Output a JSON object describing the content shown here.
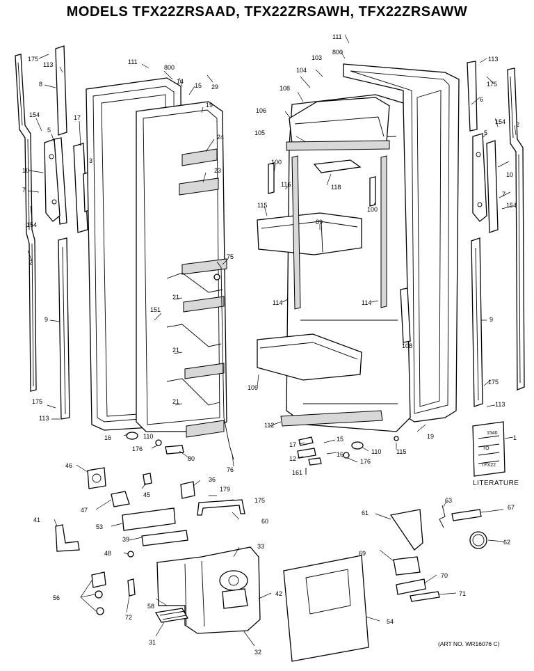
{
  "title": "MODELS TFX22ZRSAAD, TFX22ZRSAWH, TFX22ZRSAWW",
  "art_number": "(ART NO. WR16076 C)",
  "literature_label": "LITERATURE",
  "literature_sheet_text": [
    "1540",
    "TO",
    "TFX22"
  ],
  "callouts": [
    {
      "id": "c175a",
      "text": "175"
    },
    {
      "id": "c113a",
      "text": "113"
    },
    {
      "id": "c8a",
      "text": "8"
    },
    {
      "id": "c154a",
      "text": "154"
    },
    {
      "id": "c5a",
      "text": "5"
    },
    {
      "id": "c10a",
      "text": "10"
    },
    {
      "id": "c7a",
      "text": "7"
    },
    {
      "id": "c154b",
      "text": "154"
    },
    {
      "id": "c2a",
      "text": "2"
    },
    {
      "id": "c9a",
      "text": "9"
    },
    {
      "id": "c175b",
      "text": "175"
    },
    {
      "id": "c113b",
      "text": "113"
    },
    {
      "id": "c17a",
      "text": "17"
    },
    {
      "id": "c3a",
      "text": "3"
    },
    {
      "id": "c111a",
      "text": "111"
    },
    {
      "id": "c800a",
      "text": "800"
    },
    {
      "id": "c14a",
      "text": "14"
    },
    {
      "id": "c15a",
      "text": "15"
    },
    {
      "id": "c29",
      "text": "29"
    },
    {
      "id": "c19a",
      "text": "19"
    },
    {
      "id": "c24",
      "text": "24"
    },
    {
      "id": "c23",
      "text": "23"
    },
    {
      "id": "c75",
      "text": "75"
    },
    {
      "id": "c21a",
      "text": "21"
    },
    {
      "id": "c151",
      "text": "151"
    },
    {
      "id": "c21b",
      "text": "21"
    },
    {
      "id": "c21c",
      "text": "21"
    },
    {
      "id": "c16a",
      "text": "16"
    },
    {
      "id": "c110a",
      "text": "110"
    },
    {
      "id": "c176a",
      "text": "176"
    },
    {
      "id": "c80",
      "text": "80"
    },
    {
      "id": "c76",
      "text": "76"
    },
    {
      "id": "c111b",
      "text": "111"
    },
    {
      "id": "c800b",
      "text": "800"
    },
    {
      "id": "c103",
      "text": "103"
    },
    {
      "id": "c104",
      "text": "104"
    },
    {
      "id": "c108a",
      "text": "108"
    },
    {
      "id": "c106",
      "text": "106"
    },
    {
      "id": "c105",
      "text": "105"
    },
    {
      "id": "c100a",
      "text": "100"
    },
    {
      "id": "c116",
      "text": "116"
    },
    {
      "id": "c118",
      "text": "118"
    },
    {
      "id": "c100b",
      "text": "100"
    },
    {
      "id": "c115a",
      "text": "115"
    },
    {
      "id": "c89",
      "text": "89"
    },
    {
      "id": "c114a",
      "text": "114"
    },
    {
      "id": "c114b",
      "text": "114"
    },
    {
      "id": "c108b",
      "text": "108"
    },
    {
      "id": "c109",
      "text": "109"
    },
    {
      "id": "c112",
      "text": "112"
    },
    {
      "id": "c17b",
      "text": "17"
    },
    {
      "id": "c15b",
      "text": "15"
    },
    {
      "id": "c12",
      "text": "12"
    },
    {
      "id": "c16b",
      "text": "16"
    },
    {
      "id": "c161",
      "text": "161"
    },
    {
      "id": "c110b",
      "text": "110"
    },
    {
      "id": "c176b",
      "text": "176"
    },
    {
      "id": "c115b",
      "text": "115"
    },
    {
      "id": "c19b",
      "text": "19"
    },
    {
      "id": "c113c",
      "text": "113"
    },
    {
      "id": "c175c",
      "text": "175"
    },
    {
      "id": "c6b",
      "text": "6"
    },
    {
      "id": "c154c",
      "text": "154"
    },
    {
      "id": "c2b",
      "text": "2"
    },
    {
      "id": "c5b",
      "text": "5"
    },
    {
      "id": "c10b",
      "text": "10"
    },
    {
      "id": "c7b",
      "text": "7"
    },
    {
      "id": "c154d",
      "text": "154"
    },
    {
      "id": "c9b",
      "text": "9"
    },
    {
      "id": "c175d",
      "text": "175"
    },
    {
      "id": "c113d",
      "text": "113"
    },
    {
      "id": "c1",
      "text": "1"
    },
    {
      "id": "c46",
      "text": "46"
    },
    {
      "id": "c45",
      "text": "45"
    },
    {
      "id": "c36",
      "text": "36"
    },
    {
      "id": "c179",
      "text": "179"
    },
    {
      "id": "c175e",
      "text": "175"
    },
    {
      "id": "c47",
      "text": "47"
    },
    {
      "id": "c53",
      "text": "53"
    },
    {
      "id": "c60",
      "text": "60"
    },
    {
      "id": "c41",
      "text": "41"
    },
    {
      "id": "c39",
      "text": "39"
    },
    {
      "id": "c33",
      "text": "33"
    },
    {
      "id": "c48",
      "text": "48"
    },
    {
      "id": "c56",
      "text": "56"
    },
    {
      "id": "c72",
      "text": "72"
    },
    {
      "id": "c58",
      "text": "58"
    },
    {
      "id": "c42",
      "text": "42"
    },
    {
      "id": "c31",
      "text": "31"
    },
    {
      "id": "c32",
      "text": "32"
    },
    {
      "id": "c54",
      "text": "54"
    },
    {
      "id": "c61",
      "text": "61"
    },
    {
      "id": "c63",
      "text": "63"
    },
    {
      "id": "c67",
      "text": "67"
    },
    {
      "id": "c62",
      "text": "62"
    },
    {
      "id": "c69",
      "text": "69"
    },
    {
      "id": "c70",
      "text": "70"
    },
    {
      "id": "c71",
      "text": "71"
    }
  ]
}
